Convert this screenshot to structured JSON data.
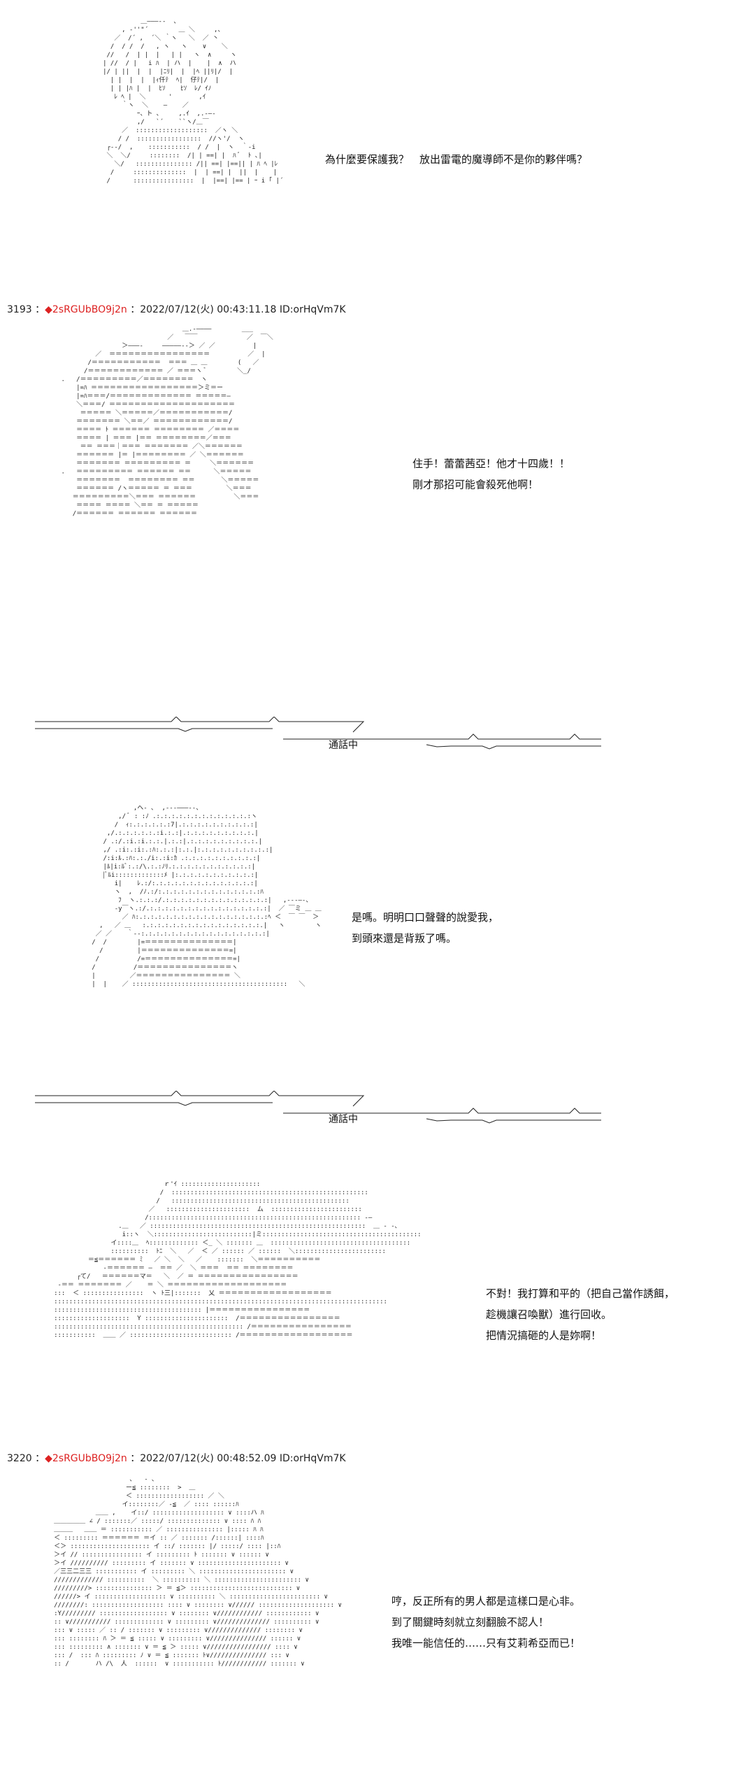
{
  "panels": {
    "p1_dialog": [
      "為什麼要保護我？　放出雷電的魔導師不是你的夥伴嗎？"
    ],
    "p2_dialog": [
      "住手！蕾蕾茜亞！他才十四歲！！",
      "剛才那招可能會殺死他啊！"
    ],
    "p3_dialog": [
      "是嗎。明明口口聲聲的說愛我，",
      "到頭來還是背叛了嗎。"
    ],
    "p4_dialog": [
      "不對！我打算和平的（把自己當作誘餌，",
      "趁機讓召喚獸）進行回收。",
      "把情況搞砸的人是妳啊！"
    ],
    "p5_dialog": [
      "哼，反正所有的男人都是這樣口是心非。",
      "到了關鍵時刻就立刻翻臉不認人！",
      "我唯一能信任的……只有艾莉希亞而已！"
    ]
  },
  "posts": [
    {
      "number": "3193",
      "name": "2sRGUbBO9j2n",
      "datetime": "2022/07/12(火) 00:43:11.18",
      "id": "ID:orHqVm7K"
    },
    {
      "number": "3220",
      "name": "2sRGUbBO9j2n",
      "datetime": "2022/07/12(火) 00:48:52.09",
      "id": "ID:orHqVm7K"
    }
  ],
  "call": {
    "label": "通話中"
  },
  "colors": {
    "trip": "#dd2222",
    "text": "#111111",
    "background": "#ffffff"
  }
}
